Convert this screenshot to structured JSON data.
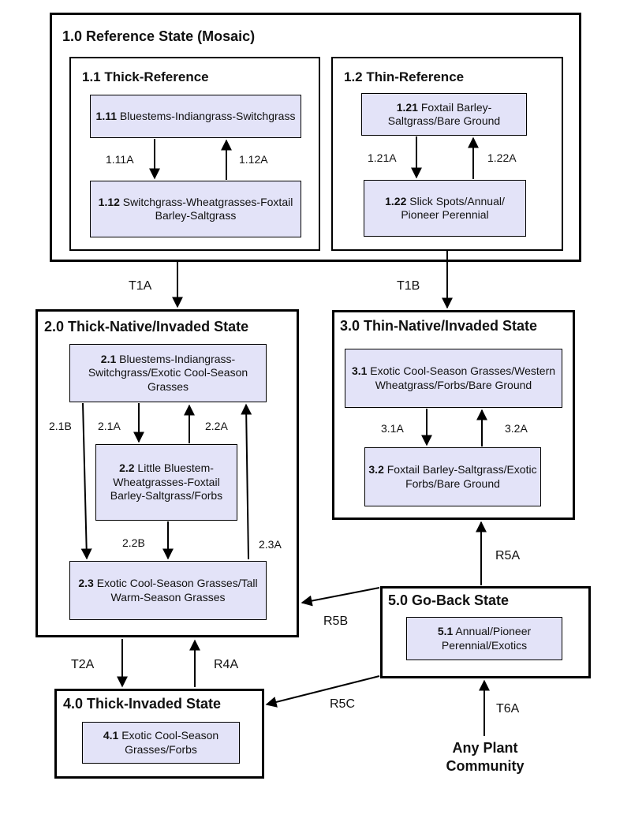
{
  "states": {
    "s1": {
      "title": "1.0 Reference State (Mosaic)",
      "s11": {
        "title": "1.1 Thick-Reference",
        "c111": {
          "num": "1.11",
          "text": " Bluestems-Indiangrass-Switchgrass"
        },
        "c112": {
          "num": "1.12",
          "text": " Switchgrass-Wheatgrasses-Foxtail Barley-Saltgrass"
        },
        "down": "1.11A",
        "up": "1.12A"
      },
      "s12": {
        "title": "1.2 Thin-Reference",
        "c121": {
          "num": "1.21",
          "text": " Foxtail Barley-Saltgrass/Bare Ground"
        },
        "c122": {
          "num": "1.22",
          "text": " Slick Spots/Annual/ Pioneer Perennial"
        },
        "down": "1.21A",
        "up": "1.22A"
      }
    },
    "s2": {
      "title": "2.0 Thick-Native/Invaded State",
      "c21": {
        "num": "2.1",
        "text": " Bluestems-Indiangrass-Switchgrass/Exotic Cool-Season Grasses"
      },
      "c22": {
        "num": "2.2",
        "text": " Little Bluestem-Wheatgrasses-Foxtail Barley-Saltgrass/Forbs"
      },
      "c23": {
        "num": "2.3",
        "text": " Exotic Cool-Season Grasses/Tall Warm-Season Grasses"
      },
      "l21a": "2.1A",
      "l22a": "2.2A",
      "l21b": "2.1B",
      "l22b": "2.2B",
      "l23a": "2.3A"
    },
    "s3": {
      "title": "3.0 Thin-Native/Invaded State",
      "c31": {
        "num": "3.1",
        "text": " Exotic Cool-Season Grasses/Western Wheatgrass/Forbs/Bare Ground"
      },
      "c32": {
        "num": "3.2",
        "text": " Foxtail Barley-Saltgrass/Exotic Forbs/Bare Ground"
      },
      "l31a": "3.1A",
      "l32a": "3.2A"
    },
    "s4": {
      "title": "4.0 Thick-Invaded State",
      "c41": {
        "num": "4.1",
        "text": " Exotic Cool-Season Grasses/Forbs"
      }
    },
    "s5": {
      "title": "5.0 Go-Back State",
      "c51": {
        "num": "5.1",
        "text": " Annual/Pioneer Perennial/Exotics"
      }
    }
  },
  "transitions": {
    "t1a": "T1A",
    "t1b": "T1B",
    "t2a": "T2A",
    "r4a": "R4A",
    "r5a": "R5A",
    "r5b": "R5B",
    "r5c": "R5C",
    "t6a": "T6A"
  },
  "any_plant": "Any Plant Community"
}
